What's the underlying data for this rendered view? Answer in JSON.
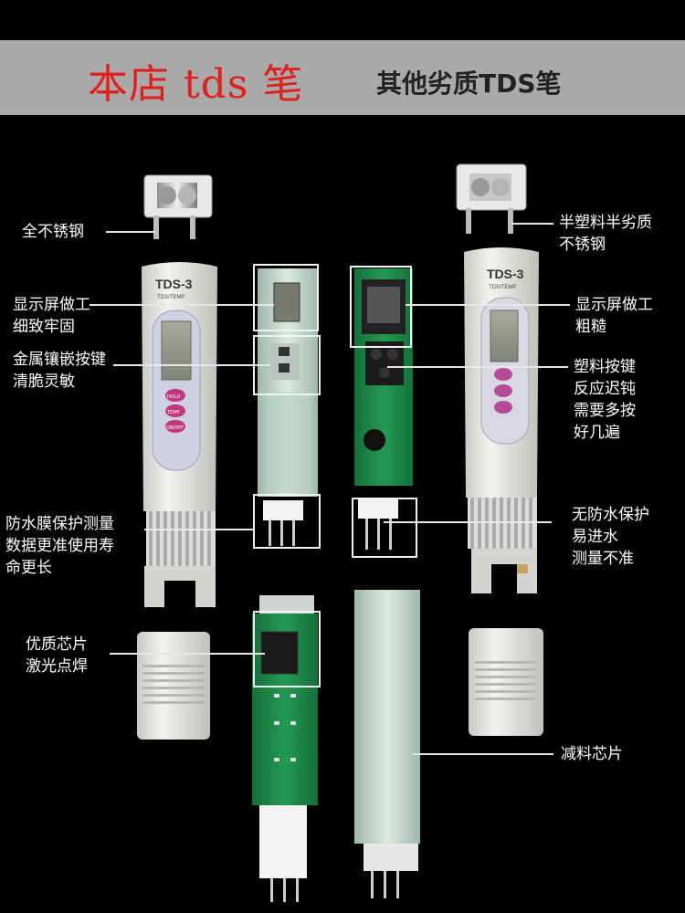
{
  "header": {
    "left_title": "本店 tds 笔",
    "right_title": "其他劣质TDS笔"
  },
  "device": {
    "model": "TDS-3",
    "sub": "TDS/TEMP",
    "buttons": [
      "HOLD",
      "TEMP",
      "ON/OFF"
    ]
  },
  "left_labels": {
    "stainless": "全不锈钢",
    "display_1": "显示屏做工",
    "display_2": "细致牢固",
    "keys_1": "金属镶嵌按键",
    "keys_2": "清脆灵敏",
    "membrane_1": "防水膜保护测量",
    "membrane_2": "数据更准使用寿",
    "membrane_3": "命更长",
    "chip_1": "优质芯片",
    "chip_2": "激光点焊"
  },
  "right_labels": {
    "stainless_1": "半塑料半劣质",
    "stainless_2": "不锈钢",
    "display_1": "显示屏做工",
    "display_2": "粗糙",
    "keys_1": "塑料按键",
    "keys_2": "反应迟钝",
    "keys_3": "需要多按",
    "keys_4": "好几遍",
    "water_1": "无防水保护",
    "water_2": "易进水",
    "water_3": "测量不准",
    "chip": "减料芯片"
  },
  "colors": {
    "background": "#000000",
    "header_bg": "#a9a9a9",
    "left_title": "#e0201c",
    "right_title": "#222222",
    "label_text": "#ffffff",
    "pen_body": "#e9eae4",
    "pcb_green": "#1f8a4c",
    "pcb_clear": "#cfe0d7"
  }
}
